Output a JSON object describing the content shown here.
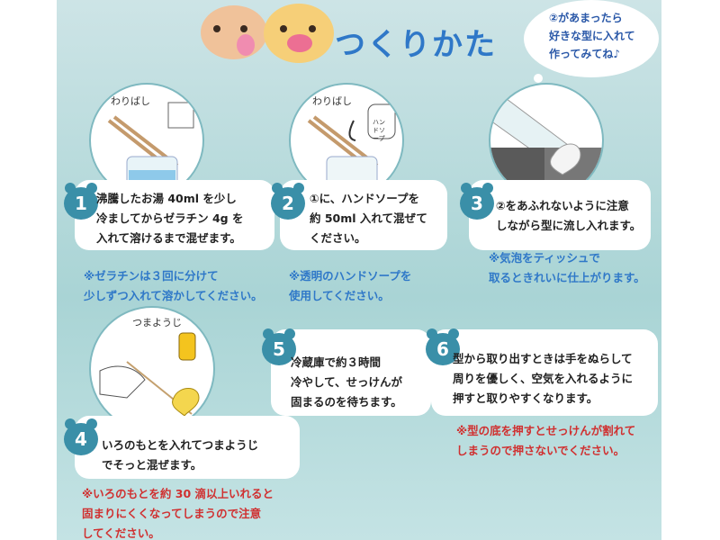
{
  "header": {
    "title": "つくりかた",
    "bubble": "②があまったら\n好きな型に入れて\n作ってみてね♪"
  },
  "steps": [
    {
      "number": "1",
      "labels": [
        "わりばし"
      ],
      "text": "沸騰したお湯 40ml を少し\n冷ましてからゼラチン 4g を\n入れて溶けるまで混ぜます。",
      "note": "※ゼラチンは３回に分けて\n少しずつ入れて溶かしてください。"
    },
    {
      "number": "2",
      "labels": [
        "わりばし",
        "ハンドソープ"
      ],
      "text": "①に、ハンドソープを\n約 50ml 入れて混ぜて\nください。",
      "note": "※透明のハンドソープを\n使用してください。"
    },
    {
      "number": "3",
      "labels": [],
      "text": "②をあふれないように注意\nしながら型に流し入れます。",
      "note": "※気泡をティッシュで\n取るときれいに仕上がります。"
    },
    {
      "number": "4",
      "labels": [
        "つまようじ"
      ],
      "text": "いろのもとを入れてつまようじ\nでそっと混ぜます。",
      "note": "※いろのもとを約 30 滴以上いれると\n固まりにくくなってしまうので注意\nしてください。"
    },
    {
      "number": "5",
      "labels": [],
      "text": "冷蔵庫で約３時間\n冷やして、せっけんが\n固まるのを待ちます。",
      "note": ""
    },
    {
      "number": "6",
      "labels": [],
      "text": "型から取り出すときは手をぬらして\n周りを優しく、空気を入れるように\n押すと取りやすくなります。",
      "note": "※型の底を押すとせっけんが割れて\nしまうので押さないでください。"
    }
  ],
  "colors": {
    "panel": "#a9d4d5",
    "badge": "#3a8fa8",
    "note_blue": "#2f78c8",
    "note_red": "#d03030"
  }
}
